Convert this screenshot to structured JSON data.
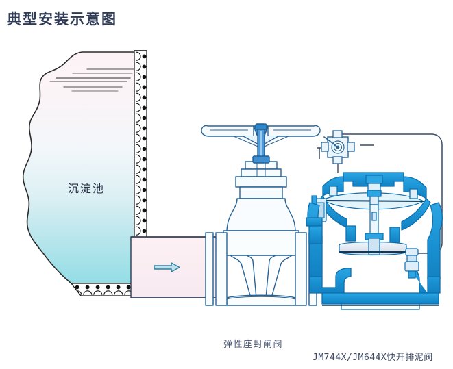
{
  "page": {
    "title": "典型安装示意图",
    "background": "#ffffff"
  },
  "labels": {
    "tank": "沉淀池",
    "gate_valve": "弹性座封闸阀",
    "mud_valve": "JM744X/JM644X快开排泥阀"
  },
  "colors": {
    "title_text": "#2f3b55",
    "label_text": "#2b3146",
    "caption_text": "#4a5570",
    "valve_blue": "#1a93d6",
    "valve_blue_dark": "#0f6fae",
    "outline_blue": "#2a6496",
    "water_cyan": "#9fe0e8",
    "water_top": "#fdf4f6",
    "wall_fill": "#ffffff",
    "wall_dot": "#101010",
    "pipe_fill": "#fbeef2",
    "arrow": "#2d7f9e",
    "line_gray": "#6e6e6e"
  },
  "diagram": {
    "type": "technical-installation-schematic",
    "components": [
      {
        "name": "sedimentation-tank",
        "label": "沉淀池"
      },
      {
        "name": "water-surface-lines",
        "count": 6
      },
      {
        "name": "concrete-wall-hatch",
        "pattern": "half-circles-and-dots"
      },
      {
        "name": "inlet-pipe",
        "flow": "right"
      },
      {
        "name": "flow-arrow",
        "direction": "right"
      },
      {
        "name": "gate-valve",
        "label": "弹性座封闸阀",
        "parts": [
          "handwheel",
          "stem",
          "bonnet",
          "body",
          "wedge",
          "flanges"
        ]
      },
      {
        "name": "mud-discharge-valve",
        "label": "JM744X/JM644X快开排泥阀",
        "parts": [
          "pilot-valve",
          "diaphragm-chamber",
          "control-tubing",
          "disc",
          "outlet-flange"
        ]
      },
      {
        "name": "pilot-valve",
        "shape": "cross"
      },
      {
        "name": "control-tubing",
        "shape": "rounded-loop"
      }
    ]
  }
}
